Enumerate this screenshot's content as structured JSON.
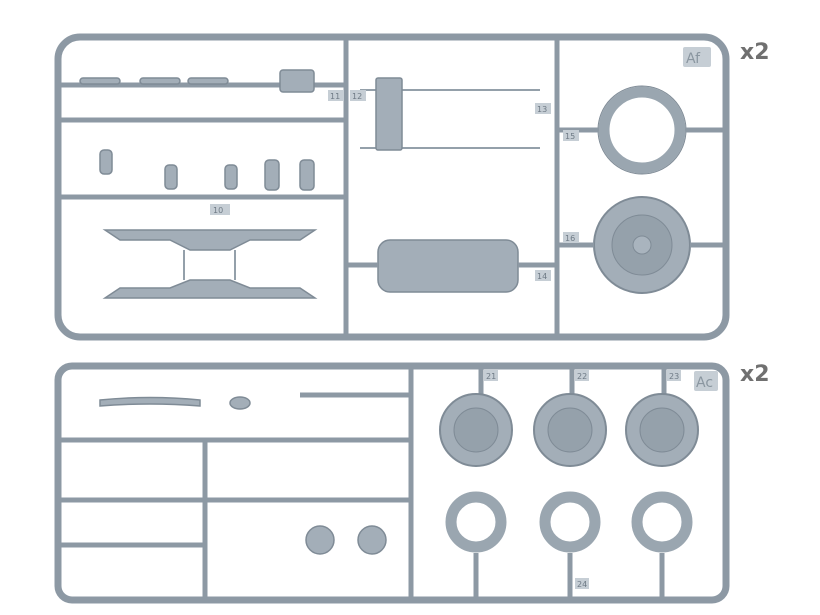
{
  "sprues": [
    {
      "quantity": "x2",
      "code": "Af",
      "part_numbers": [
        "10",
        "11",
        "12",
        "13",
        "14",
        "15",
        "16"
      ]
    },
    {
      "quantity": "x2",
      "code": "Ac",
      "part_numbers": [
        "21",
        "22",
        "23",
        "24"
      ]
    }
  ],
  "colors": {
    "plastic": "#a3aeb8",
    "runner": "#8d99a4",
    "text": "#707070"
  }
}
